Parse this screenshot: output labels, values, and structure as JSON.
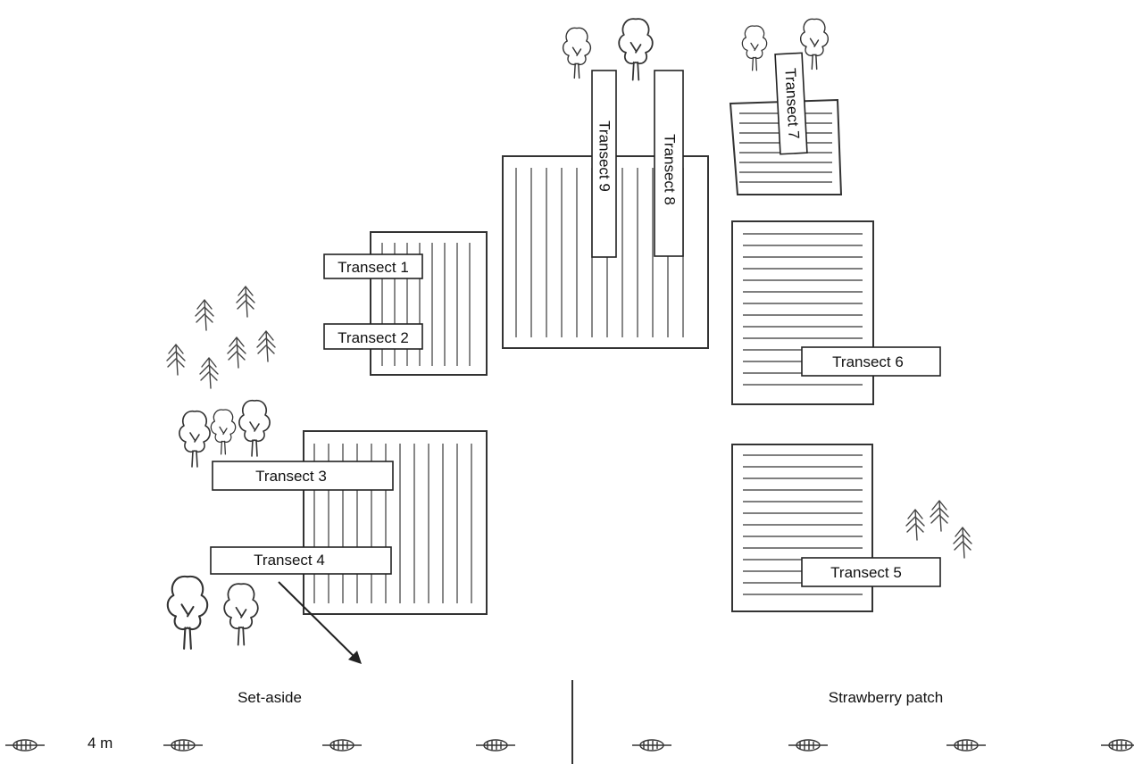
{
  "areas": {
    "left": "Set-aside",
    "right": "Strawberry patch"
  },
  "scale_label": "4 m",
  "transects": [
    {
      "id": "t1",
      "label": "Transect 1"
    },
    {
      "id": "t2",
      "label": "Transect 2"
    },
    {
      "id": "t3",
      "label": "Transect 3"
    },
    {
      "id": "t4",
      "label": "Transect 4"
    },
    {
      "id": "t5",
      "label": "Transect 5"
    },
    {
      "id": "t6",
      "label": "Transect 6"
    },
    {
      "id": "t7",
      "label": "Transect 7"
    },
    {
      "id": "t8",
      "label": "Transect 8"
    },
    {
      "id": "t9",
      "label": "Transect 9"
    }
  ]
}
